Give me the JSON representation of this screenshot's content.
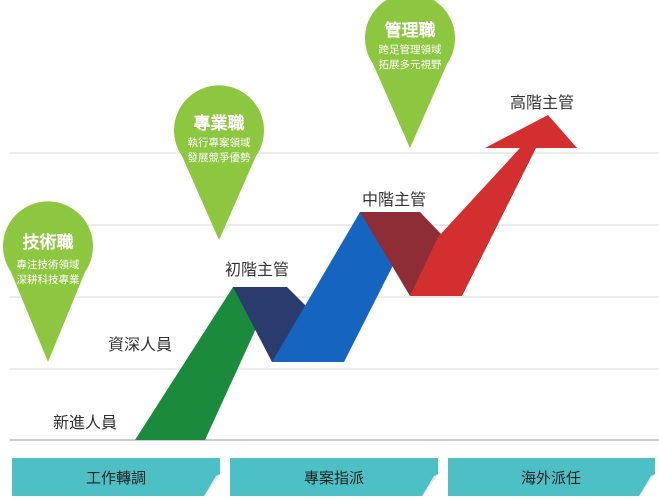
{
  "colors": {
    "pin_green": "#8dc63f",
    "green_ribbon": "#1a8a3c",
    "navy_fold": "#2a3b6e",
    "blue_ribbon": "#1565c0",
    "maroon_fold": "#8e2d35",
    "red_arrow": "#d32f2f",
    "tab_teal": "#4dc0c6",
    "grid_line": "#d8d8d8"
  },
  "pins": [
    {
      "title": "技術職",
      "lines": [
        "專注技術領域",
        "深耕科技專業"
      ]
    },
    {
      "title": "專業職",
      "lines": [
        "執行專案領域",
        "發展競爭優勢"
      ]
    },
    {
      "title": "管理職",
      "lines": [
        "跨足管理領域",
        "拓展多元視野"
      ]
    }
  ],
  "levels": [
    "新進人員",
    "資深人員",
    "初階主管",
    "中階主管",
    "高階主管"
  ],
  "tabs": [
    "工作轉調",
    "專案指派",
    "海外派任"
  ]
}
